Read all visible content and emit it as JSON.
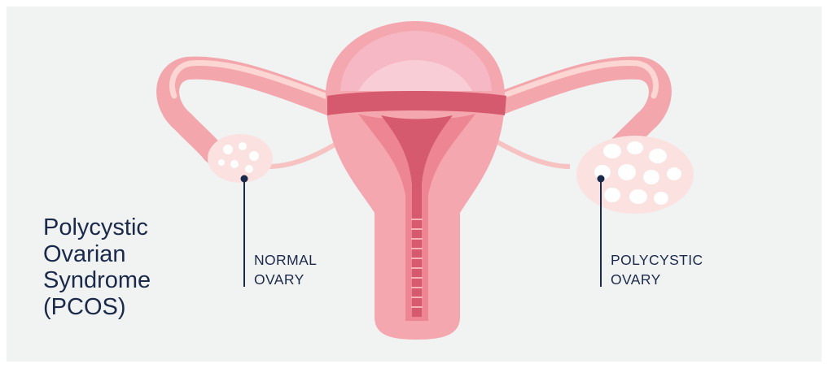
{
  "title": "Polycystic\nOvarian\nSyndrome\n(PCOS)",
  "callouts": {
    "normal": "NORMAL\nOVARY",
    "polycystic": "POLYCYSTIC\nOVARY"
  },
  "colors": {
    "background": "#f1f2f2",
    "text": "#1b2a4a",
    "tube": "#f3a6ac",
    "tube_light": "#fcd6d3",
    "uterus_outer": "#f4a7ae",
    "uterus_mid": "#ee8593",
    "uterus_deep": "#d55a6e",
    "fundus": "#f6b8c4",
    "ovary": "#fbe2e0",
    "follicle": "#ffffff",
    "leader": "#1b2a4a"
  }
}
